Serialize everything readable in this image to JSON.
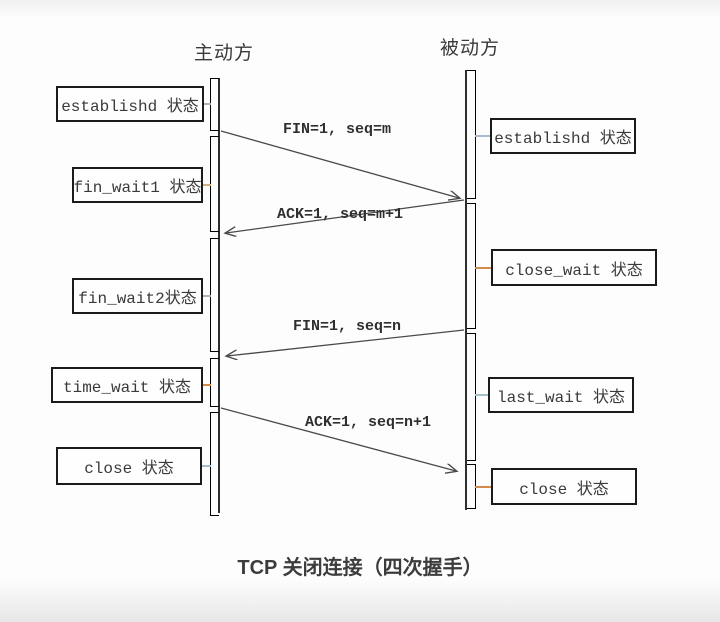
{
  "diagram": {
    "title": "TCP 关闭连接（四次握手）",
    "left_actor": "主动方",
    "right_actor": "被动方",
    "left_states": [
      "establishd 状态",
      "fin_wait1 状态",
      "fin_wait2状态",
      "time_wait 状态",
      "close 状态"
    ],
    "right_states": [
      "establishd 状态",
      "close_wait 状态",
      "last_wait 状态",
      "close 状态"
    ],
    "messages": [
      "FIN=1, seq=m",
      "ACK=1, seq=m+1",
      "FIN=1, seq=n",
      "ACK=1, seq=n+1"
    ],
    "colors": {
      "box_border": "#1b1b1b",
      "lifeline": "#2e2e2e",
      "arrow": "#4a4a4a",
      "segment_gray": "#c7c9cd",
      "segment_tan": "#d8c7a4",
      "segment_bluegray": "#c0cad8",
      "segment_orange": "#dcb487",
      "connector_orange": "#cf8c4d"
    }
  }
}
